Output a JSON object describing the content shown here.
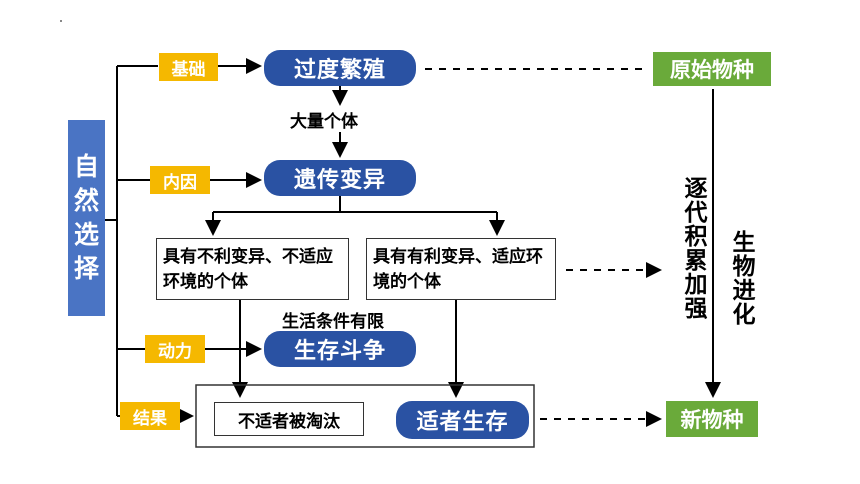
{
  "side_label": [
    "自",
    "然",
    "选",
    "择"
  ],
  "labels": {
    "jichu": "基础",
    "neiyin": "内因",
    "dongli": "动力",
    "jieguo": "结果"
  },
  "nodes": {
    "guodu": "过度繁殖",
    "yichuan": "遗传变异",
    "shengcun": "生存斗争",
    "shizhe": "适者生存",
    "yuanshi": "原始物种",
    "xinwu": "新物种"
  },
  "boxes": {
    "buli": "具有不利变异、不适应环境的个体",
    "youli": "具有有利变异、适应环境的个体",
    "taotai": "不适者被淘汰"
  },
  "annotations": {
    "daliang": "大量个体",
    "tiaojian": "生活条件有限",
    "zhuji": "逐代积累加强",
    "jinhua": "生物进化"
  }
}
